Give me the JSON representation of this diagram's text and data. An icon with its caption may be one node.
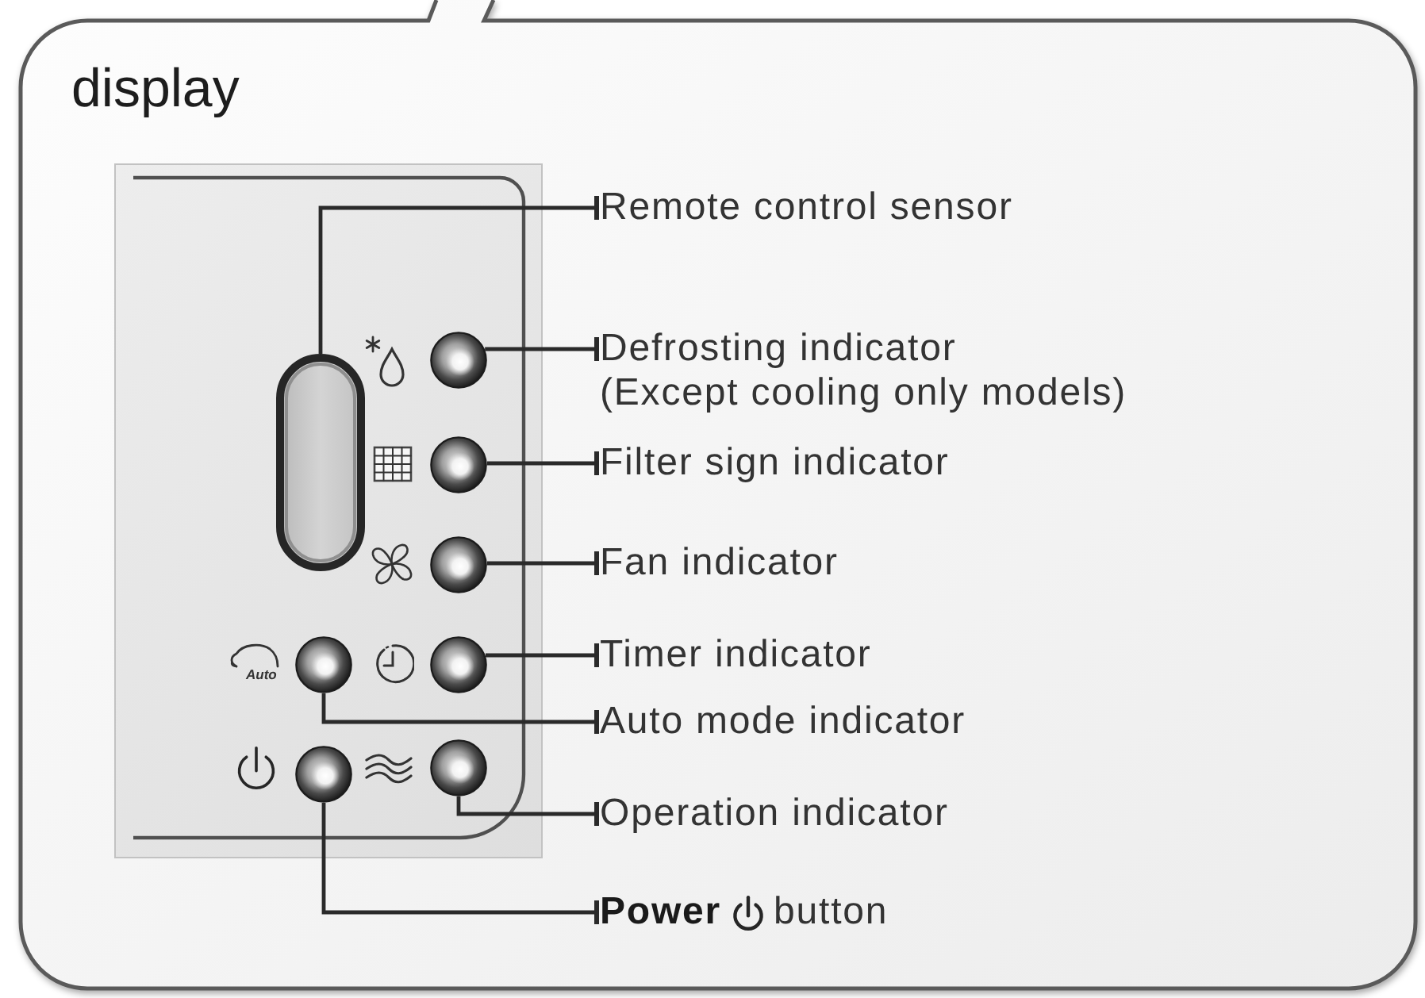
{
  "diagram": {
    "nodes": [
      {
        "text": [
          "display"
        ]
      },
      {
        "text": [],
        "shape": "box",
        "in": 0
      },
      {
        "text": [],
        "shape": "box",
        "in": 1
      },
      {
        "text": [],
        "shape": "circle",
        "in": 1
      },
      {
        "text": [],
        "shape": "circle",
        "in": 1
      },
      {
        "text": [],
        "shape": "circle",
        "in": 1
      },
      {
        "text": [],
        "shape": "circle",
        "in": 1
      },
      {
        "text": [],
        "shape": "circle",
        "in": 1
      },
      {
        "text": [],
        "shape": "circle",
        "in": 1
      },
      {
        "text": [],
        "shape": "circle",
        "in": 1
      },
      {
        "text": [
          "Remote control sensor"
        ],
        "in": 0
      },
      {
        "text": [
          "Defrosting indicator",
          "(Except cooling only models)"
        ],
        "in": 0
      },
      {
        "text": [
          "Filter sign indicator"
        ],
        "in": 0
      },
      {
        "text": [
          "Fan indicator"
        ],
        "in": 0
      },
      {
        "text": [
          "Timer indicator"
        ],
        "in": 0
      },
      {
        "text": [
          "Auto mode indicator"
        ],
        "in": 0
      },
      {
        "text": [
          "Operation indicator"
        ],
        "in": 0
      },
      {
        "text": [
          "Power",
          "button"
        ],
        "in": 0
      }
    ],
    "edges": [
      {
        "from": 10,
        "to": 2,
        "arrow": "other"
      },
      {
        "from": 11,
        "to": 3,
        "arrow": "other"
      },
      {
        "from": 12,
        "to": 4,
        "arrow": "other"
      },
      {
        "from": 13,
        "to": 5,
        "arrow": "other"
      },
      {
        "from": 14,
        "to": 7,
        "arrow": "other"
      },
      {
        "from": 15,
        "to": 6,
        "arrow": "other"
      },
      {
        "from": 16,
        "to": 9,
        "arrow": "other"
      },
      {
        "from": 17,
        "to": 8,
        "arrow": "other"
      }
    ],
    "labels": [
      "Auto"
    ]
  }
}
